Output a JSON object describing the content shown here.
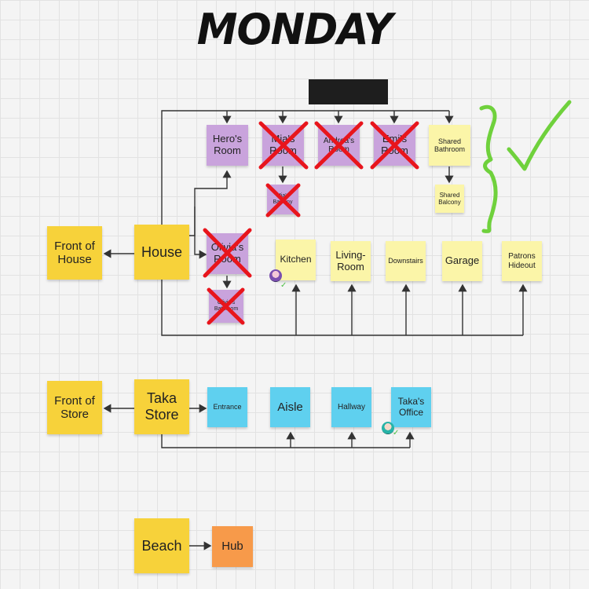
{
  "title": "MONDAY",
  "colors": {
    "yellow": "#f7d23a",
    "pale_yellow": "#fbf5a8",
    "purple": "#c9a3dc",
    "blue": "#5fd0ef",
    "orange": "#f79a4a",
    "cross": "#e8151c",
    "check": "#6fd13c"
  },
  "house": {
    "front": "Front of House",
    "main": "House",
    "rooms": {
      "hero": "Hero's Room",
      "mia": "Mia's Room",
      "andreas": "Andrea's Room",
      "emi": "Emi's Room",
      "shared_bathroom": "Shared Bathroom",
      "mia_balcony": "Mia's Balcony",
      "shared_balcony": "Shared Balcony",
      "olivia": "Olivia's Room",
      "olivia_bathroom": "Olivia's Bathroom",
      "kitchen": "Kitchen",
      "living_room": "Living-Room",
      "downstairs": "Downstairs",
      "garage": "Garage",
      "patrons": "Patrons Hideout"
    }
  },
  "store": {
    "front": "Front of Store",
    "main": "Taka Store",
    "entrance": "Entrance",
    "aisle": "Aisle",
    "hallway": "Hallway",
    "office": "Taka's Office"
  },
  "beach": {
    "main": "Beach",
    "hub": "Hub"
  }
}
